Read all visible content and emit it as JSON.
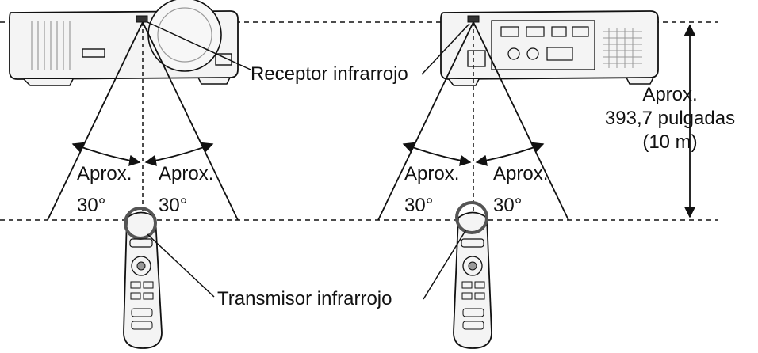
{
  "labels": {
    "receiver": "Receptor infrarrojo",
    "transmitter": "Transmisor infrarrojo",
    "approx": "Aprox.",
    "angle": "30°",
    "distance_line1": "Aprox.",
    "distance_line2": "393,7 pulgadas",
    "distance_line3": "(10 m)"
  },
  "colors": {
    "ink": "#111111",
    "device_fill": "#f4f4f4",
    "detail": "#9a9a9a"
  },
  "icons": [
    "projector-front-icon",
    "projector-rear-icon",
    "remote-control-icon"
  ]
}
